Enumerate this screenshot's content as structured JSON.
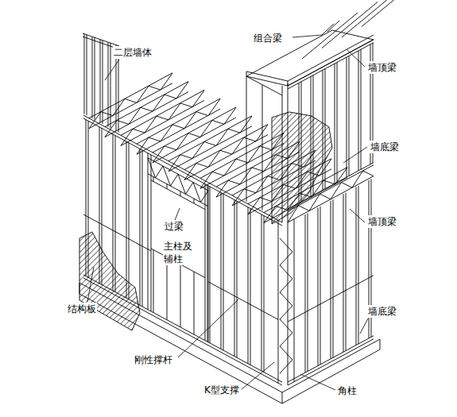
{
  "diagram": {
    "labels": [
      "二层墙体",
      "组合梁",
      "墙顶梁",
      "墙底梁",
      "墙顶梁",
      "过梁",
      "主柱及 辅柱",
      "结构板",
      "刚性撑杆",
      "墙底梁",
      "K型支撑",
      "角柱"
    ]
  }
}
